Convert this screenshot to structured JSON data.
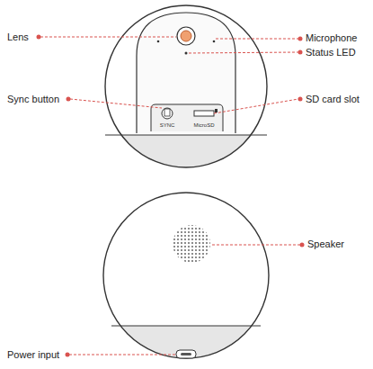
{
  "diagram": {
    "labels": [
      "Lens",
      "Microphone",
      "Status LED",
      "Sync button",
      "SD card slot",
      "Speaker",
      "Power input",
      "SYNC",
      "MicroSD"
    ]
  }
}
